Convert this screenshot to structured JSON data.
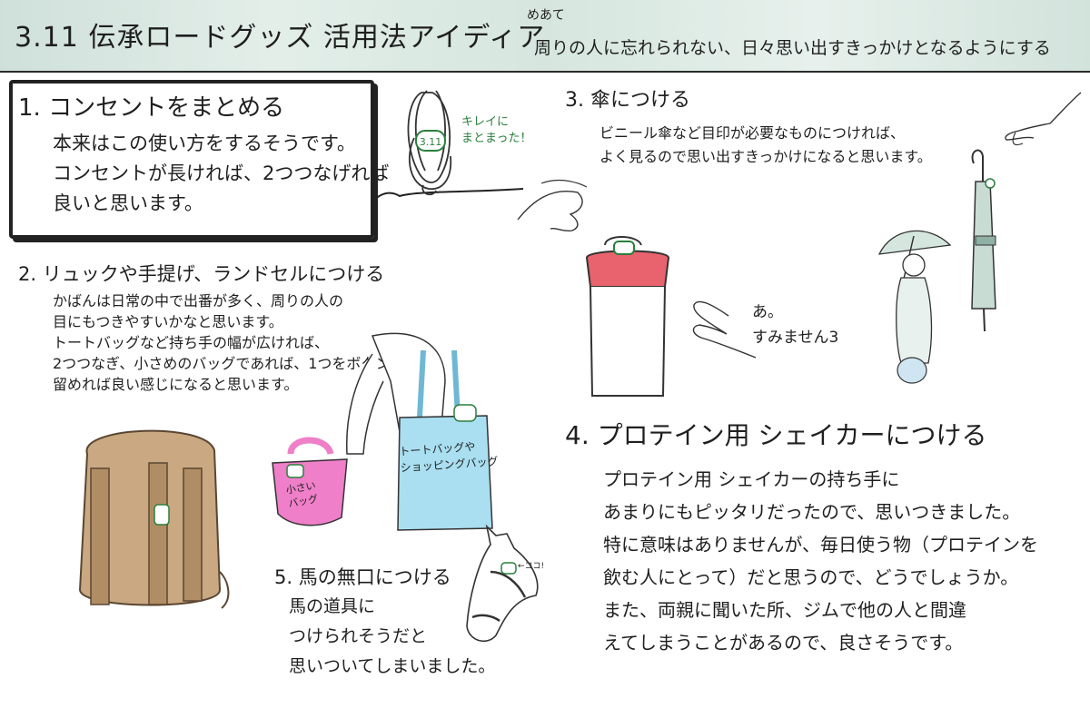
{
  "header": {
    "title": "3.11 伝承ロードグッズ 活用法アイディア",
    "goal_label": "めあて",
    "goal_text": "周りの人に忘れられない、日々思い出すきっかけとなるようにする"
  },
  "section1": {
    "title": "1. コンセントをまとめる",
    "body": "本来はこの使い方をするそうです。\nコンセントが長ければ、2つつなげれば\n良いと思います。",
    "cable_note": "キレイに\nまとまった！",
    "tag_text": "3.11"
  },
  "section2": {
    "title": "2. リュックや手提げ、ランドセルにつける",
    "body": "かばんは日常の中で出番が多く、周りの人の\n目にもつきやすいかなと思います。\nトートバッグなど持ち手の幅が広ければ、\n2つつなぎ、小さめのバッグであれば、1つをボタンで\n留めれば良い感じになると思います。",
    "tote_label": "トートバッグや\nショッピングバッグ",
    "small_bag_label": "小さい\nバッグ"
  },
  "section3": {
    "title": "3. 傘につける",
    "body": "ビニール傘など目印が必要なものにつければ、\nよく見るので思い出すきっかけになると思います。"
  },
  "speech": {
    "text": "あ。\nすみません3"
  },
  "section4": {
    "title": "4. プロテイン用 シェイカーにつける",
    "body": "プロテイン用 シェイカーの持ち手に\nあまりにもピッタリだったので、思いつきました。\n特に意味はありませんが、毎日使う物（プロテインを\n飲む人にとって）だと思うので、どうでしょうか。\nまた、両親に聞いた所、ジムで他の人と間違\nえてしまうことがあるので、良さそうです。"
  },
  "section5": {
    "title": "5. 馬の無口につける",
    "body": "馬の道具に\nつけられそうだと\n思いついてしまいました。",
    "horse_note": "←ココ!"
  },
  "colors": {
    "header_bg": "#d6e6df",
    "shaker_lid": "#e8636d",
    "tote": "#a9dff0",
    "small_bag": "#ef7fc8",
    "backpack": "#c9a882",
    "tag_green": "#2a7f3c"
  }
}
